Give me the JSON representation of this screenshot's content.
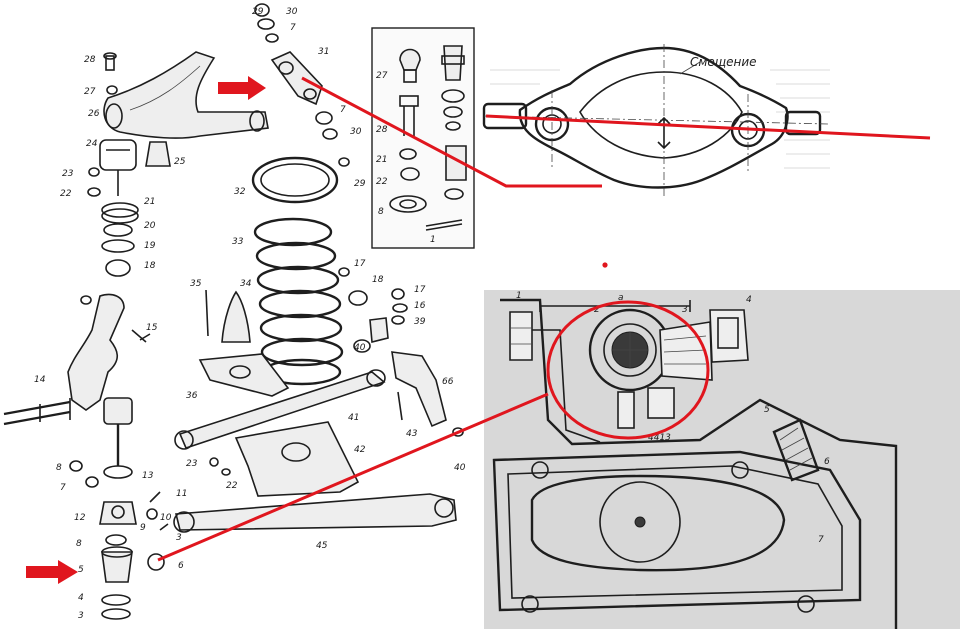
{
  "annotation_colors": {
    "red": "#e0161e"
  },
  "inset_top_right": {
    "label": "Смещение"
  },
  "inset_bottom_right": {
    "callouts": [
      "1",
      "2",
      "a",
      "3",
      "4",
      "5",
      "6",
      "7"
    ],
    "stamp": "4413"
  },
  "exploded_view": {
    "callouts": [
      "29",
      "30",
      "7",
      "28",
      "27",
      "31",
      "26",
      "7",
      "30",
      "29",
      "24",
      "25",
      "23",
      "22",
      "32",
      "21",
      "20",
      "19",
      "18",
      "33",
      "35",
      "34",
      "17",
      "18",
      "17",
      "16",
      "39",
      "15",
      "40",
      "36",
      "66",
      "14",
      "41",
      "43",
      "23",
      "22",
      "42",
      "40",
      "8",
      "13",
      "7",
      "11",
      "10",
      "12",
      "3",
      "9",
      "8",
      "45",
      "5",
      "6",
      "4",
      "3"
    ],
    "box_callouts": [
      "27",
      "28",
      "21",
      "22",
      "8",
      "1"
    ]
  }
}
